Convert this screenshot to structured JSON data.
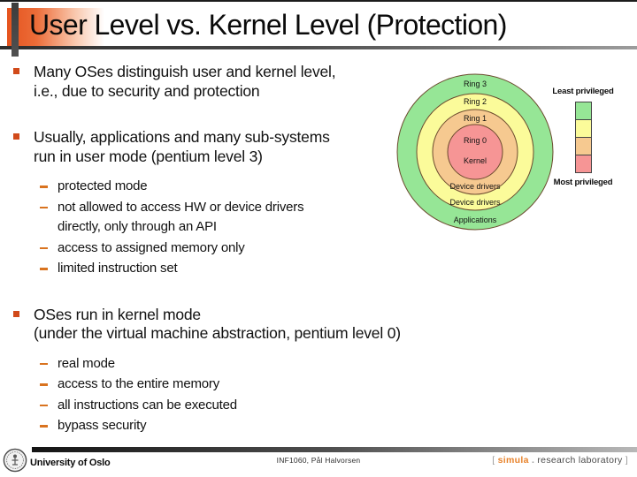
{
  "slide": {
    "title": "User Level vs. Kernel Level (Protection)"
  },
  "bullets": {
    "b1": "Many OSes distinguish user and kernel level,\ni.e., due to security and protection",
    "b2": "Usually, applications and many sub-systems\nrun in user mode (pentium level 3)",
    "b2_subs": [
      "protected mode",
      "not allowed to access HW or device drivers\ndirectly, only through an API",
      "access to assigned memory only",
      "limited instruction set"
    ],
    "b3": "OSes run in kernel mode\n(under the virtual machine abstraction, pentium level 0)",
    "b3_subs": [
      "real mode",
      "access to the entire memory",
      "all instructions can be executed",
      "bypass security"
    ]
  },
  "rings_diagram": {
    "type": "concentric-protection-rings",
    "rings": [
      {
        "top_label": "Ring 3",
        "bottom_label": "Applications",
        "fill": "#96e696"
      },
      {
        "top_label": "Ring 2",
        "bottom_label": "Device drivers",
        "fill": "#fbfb9a"
      },
      {
        "top_label": "Ring 1",
        "bottom_label": "Device drivers",
        "fill": "#f6c990"
      },
      {
        "top_label": "Ring 0",
        "center_label": "Kernel",
        "fill": "#f69595"
      }
    ],
    "legend": {
      "least": "Least privileged",
      "most": "Most privileged",
      "colors": [
        "#96e696",
        "#fbfb9a",
        "#f6c990",
        "#f69595"
      ]
    }
  },
  "footer": {
    "left": "University of Oslo",
    "center": "INF1060, Pål Halvorsen",
    "right": {
      "open": "[ ",
      "brand": "simula",
      "dot": " . ",
      "rest": "research laboratory",
      "close": " ]"
    }
  },
  "colors": {
    "bullet_square": "#d14a1a",
    "sub_dash": "#d9731f",
    "title_accent_orange": "#e5531e",
    "brand_orange": "#e8832c",
    "ring_stroke": "#6b4a2e"
  }
}
